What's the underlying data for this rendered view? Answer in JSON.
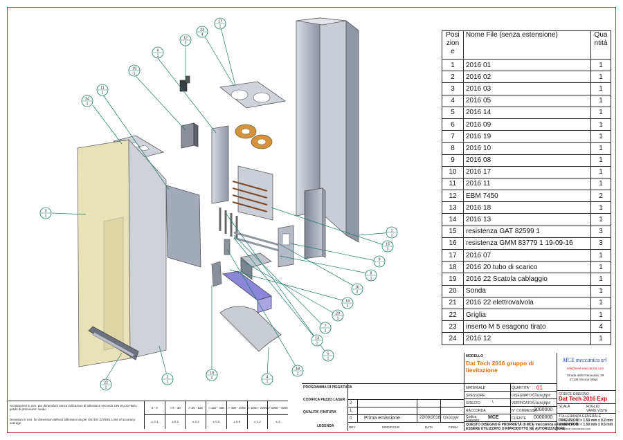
{
  "parts_table": {
    "headers": {
      "pos": "Posizione",
      "name": "Nome File (senza estensione)",
      "qty": "Quantità"
    },
    "rows": [
      {
        "pos": "1",
        "name": "2016 01",
        "qty": "1"
      },
      {
        "pos": "2",
        "name": "2016 02",
        "qty": "1"
      },
      {
        "pos": "3",
        "name": "2016 03",
        "qty": "1"
      },
      {
        "pos": "4",
        "name": "2016 05",
        "qty": "1"
      },
      {
        "pos": "5",
        "name": "2016 14",
        "qty": "1"
      },
      {
        "pos": "6",
        "name": "2016 09",
        "qty": "1"
      },
      {
        "pos": "7",
        "name": "2016 19",
        "qty": "1"
      },
      {
        "pos": "8",
        "name": "2016 10",
        "qty": "1"
      },
      {
        "pos": "9",
        "name": "2016 08",
        "qty": "1"
      },
      {
        "pos": "10",
        "name": "2016 17",
        "qty": "1"
      },
      {
        "pos": "11",
        "name": "2016 11",
        "qty": "1"
      },
      {
        "pos": "12",
        "name": "EBM 7450",
        "qty": "2"
      },
      {
        "pos": "13",
        "name": "2016 18",
        "qty": "1"
      },
      {
        "pos": "14",
        "name": "2016 13",
        "qty": "1"
      },
      {
        "pos": "15",
        "name": "resistenza GAT 82599 1",
        "qty": "3"
      },
      {
        "pos": "16",
        "name": "resistenza GMM 83779 1 19-09-16",
        "qty": "3"
      },
      {
        "pos": "17",
        "name": "2016 07",
        "qty": "1"
      },
      {
        "pos": "18",
        "name": "2016 20 tubo di scarico",
        "qty": "1"
      },
      {
        "pos": "19",
        "name": "2016 22 Scatola cablaggio",
        "qty": "1"
      },
      {
        "pos": "20",
        "name": "Sonda",
        "qty": "1"
      },
      {
        "pos": "21",
        "name": "2016 22 elettrovalvola",
        "qty": "1"
      },
      {
        "pos": "22",
        "name": "Griglia",
        "qty": "1"
      },
      {
        "pos": "23",
        "name": "inserto M 5 esagono tirato",
        "qty": "4"
      },
      {
        "pos": "24",
        "name": "2016 12",
        "qty": "1"
      }
    ]
  },
  "balloons": [
    {
      "num": "3",
      "sub": "1"
    },
    {
      "num": "22",
      "sub": "1"
    },
    {
      "num": "24",
      "sub": "1"
    },
    {
      "num": "11",
      "sub": "1"
    },
    {
      "num": "19",
      "sub": "1"
    },
    {
      "num": "6",
      "sub": "1"
    },
    {
      "num": "12",
      "sub": "2"
    },
    {
      "num": "23",
      "sub": "4"
    },
    {
      "num": "17",
      "sub": "1"
    },
    {
      "num": "2",
      "sub": "1"
    },
    {
      "num": "10",
      "sub": "1"
    },
    {
      "num": "4",
      "sub": "1"
    },
    {
      "num": "18",
      "sub": "1"
    },
    {
      "num": "13",
      "sub": "1"
    },
    {
      "num": "5",
      "sub": "1"
    },
    {
      "num": "7",
      "sub": "1"
    },
    {
      "num": "20",
      "sub": "1"
    },
    {
      "num": "14",
      "sub": "1"
    },
    {
      "num": "16",
      "sub": "3"
    },
    {
      "num": "8",
      "sub": "1"
    },
    {
      "num": "9",
      "sub": "1"
    },
    {
      "num": "15",
      "sub": "3"
    },
    {
      "num": "1",
      "sub": "1"
    }
  ],
  "title_block": {
    "modello_label": "MODELLO",
    "title": "Dat Tech 2016 gruppo di lievitazione",
    "company": "MCE meccanica srl",
    "company_email": "info@mce-meccanica.com",
    "company_addr1": "Strada della Genovesa, 39",
    "company_addr2": "37135 Verona (Italy)",
    "materiale_label": "MATERIALE",
    "quantita_label": "QUANTITA'",
    "quantita": "01",
    "spessore_label": "SPESSORE",
    "disegnato_label": "DISEGNATO",
    "disegnato": "Giuseppe",
    "codice_disegno_label": "CODICE DISEGNO",
    "codice_disegno": "Dat Tech 2016 Exp",
    "grezzo_label": "GREZZO",
    "grezzo": "\\",
    "verificato_label": "VERIFICATO",
    "verificato": "Giuseppe",
    "scala_label": "SCALA",
    "foglio_label": "FOGLIO",
    "foglio": "VARIE VISTE",
    "raccorda_label": "RACCORDA",
    "commessa_label": "N° COMMESSA",
    "commessa": "0000000",
    "tolleranza_label": "TOLLERANZA GENERALE",
    "codice_label": "Codice",
    "disposto_label": "Disposto",
    "mce": "MCE",
    "cliente_label": "CLIENTE",
    "cliente": "0000000",
    "dim1": "DIMENSIONI > 1.50 mm ± 0.2 mm",
    "dim2": "DIMENSIONI < 1.50 mm ± 0.5 mm",
    "website": "www.mce-meccanica.com",
    "ownership1": "QUESTO DISEGNO È PROPRIETÀ  di MCE meccanica srl  e NON PUÒ",
    "ownership2": "ESSERE UTILIZZATO O RIPRODOTTO NÉ AUTORIZZAZIONE",
    "programma_label": "PROGRAMMA DI PIEGATURA",
    "codifica_label": "CODIFICA PEZZO LASER",
    "qualita_label": "QUALITA' FINITURA",
    "legenda_label": "LEGENDA",
    "rev_label": "REV",
    "modifiche_label": "MODIFICHE",
    "data_label": "DATA",
    "firma_label": "FIRMA",
    "revisions": [
      {
        "rev": "2",
        "desc": "",
        "date": "",
        "sign": ""
      },
      {
        "rev": "1",
        "desc": "",
        "date": "",
        "sign": ""
      },
      {
        "rev": "0",
        "desc": "Prima emissione",
        "date": "22/09/2016",
        "sign": "Giuseppe"
      }
    ]
  },
  "tolerance_block": {
    "note_it": "Scostamenti in mm. per dimensioni senza indicazioni di tolleranza secondo UNI EN 22768/1 grado di precisione: medio",
    "note_en": "Deviation in mm. for dimension without tollerance as per UNI EN 22768/1 Limit of accuracy: average",
    "ranges": [
      "0 - 6",
      "> 6 - 30",
      "> 30 - 120",
      "> 120 - 400",
      "> 400 - 1000",
      "> 1000 - 2000",
      "> 2000 - 4000"
    ],
    "values": [
      "± 0.1",
      "± 0.2",
      "± 0.3",
      "± 0.5",
      "± 0.8",
      "± 1.2",
      "± 2"
    ]
  },
  "colors": {
    "frame": "#c03030",
    "leader": "#1a7a6a",
    "panel_tint": "#e8e2b8",
    "metal": "#a9b0bd"
  }
}
